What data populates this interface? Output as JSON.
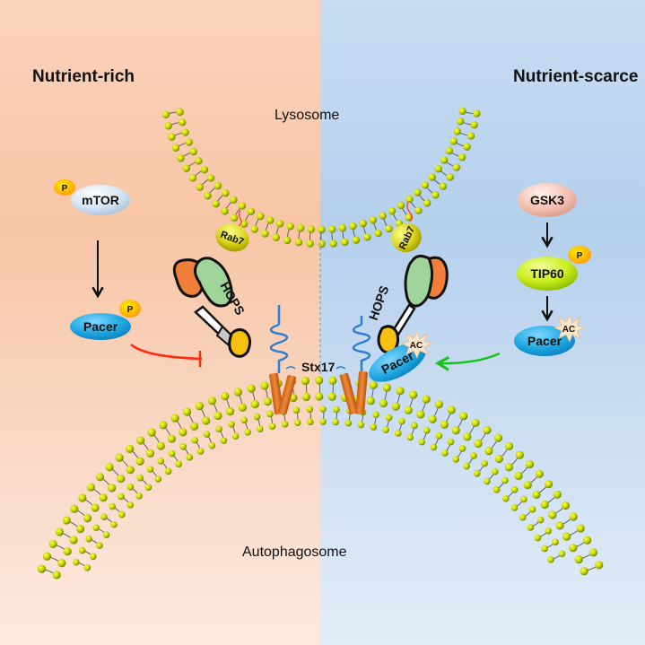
{
  "conditions": {
    "left": {
      "title": "Nutrient-rich",
      "background": "#f8c9ab"
    },
    "right": {
      "title": "Nutrient-scarce",
      "background": "#b9d3ee"
    }
  },
  "organelles": {
    "lysosome": "Lysosome",
    "autophagosome": "Autophagosome"
  },
  "membrane": {
    "head_color": "#c8d400",
    "head_edge": "#6a8a00",
    "tail_color": "#555555"
  },
  "left_pathway": {
    "upstream": {
      "label": "mTOR",
      "modification": "P",
      "color": "#d6e4f2"
    },
    "target": {
      "label": "Pacer",
      "modification": "P",
      "color": "#1ea7e0"
    },
    "effect": "inhibition",
    "effect_color": "#ff2a10"
  },
  "right_pathway": {
    "upstream": {
      "label": "GSK3",
      "color": "#f4c1b4"
    },
    "middle": {
      "label": "TIP60",
      "modification": "P",
      "color": "#c8ec1a"
    },
    "target": {
      "label": "Pacer",
      "modification": "AC",
      "color": "#1ea7e0"
    },
    "effect": "activation",
    "effect_color": "#18c21a"
  },
  "complex": {
    "rab7_label": "Rab7",
    "hops_label": "HOPS",
    "stx17_label": "Stx17",
    "pacer_label": "Pacer",
    "ac_label": "AC"
  },
  "modification_badge": {
    "phospho_label": "P",
    "acetyl_label": "AC"
  }
}
